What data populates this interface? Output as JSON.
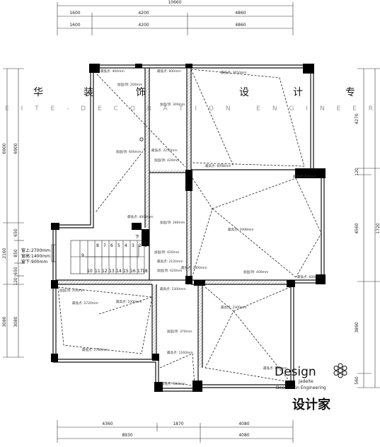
{
  "dims_top": {
    "total": "10660",
    "row1": [
      "1600",
      "4200",
      "4860"
    ],
    "row2": [
      "1600",
      "4200",
      "4860"
    ]
  },
  "dims_bottom": {
    "row1": [
      "4360",
      "1870",
      "4080"
    ],
    "row2": [
      "8930",
      "4080"
    ]
  },
  "dims_left": {
    "outer": [
      "6900",
      "2160",
      "3080"
    ],
    "inner": [
      "6900",
      "650",
      "850",
      "650",
      "120",
      "3080"
    ]
  },
  "dims_right": {
    "inner": [
      "4270",
      "120",
      "4560",
      "3890",
      "560"
    ],
    "outer": [
      "1720"
    ]
  },
  "banner": {
    "chars": [
      "华",
      "装",
      "饰",
      "设",
      "计",
      "专"
    ],
    "subtitle": "EITE-DECORATION ENGINEER"
  },
  "stair": {
    "numbers_top": [
      "8",
      "7",
      "6",
      "5",
      "4",
      "3",
      "2",
      "1"
    ],
    "numbers_bottom": [
      "10",
      "11",
      "12",
      "13",
      "14",
      "15",
      "16",
      "17",
      "18"
    ],
    "mid": "9",
    "label_down": "下"
  },
  "window_note": {
    "line1": "窗上:2700mm",
    "line2": "窗高:1400mm",
    "line3": "窗下:900mm"
  },
  "annotations": [
    "最低点: 400mm",
    "最低点: 600mm",
    "最低点: 3650mm",
    "加固/顶: 200mm",
    "加固/顶: 300mm",
    "加固/顶: 600mm",
    "最低点: 2250mm",
    "加固/顶: 420mm",
    "最高点: 6098mm",
    "最低点: 650mm",
    "最低点: 4008mm",
    "加固/顶: 280mm",
    "最高点: 2098mm",
    "加固/顶: 420mm",
    "最高点: 2120mm",
    "加固/顶: 420mm",
    "最低点: 2300mm",
    "加固/顶: 400mm",
    "最低点: 600mm",
    "最高点: 2300mm",
    "加固/顶: 200mm",
    "最低点: 2720mm",
    "最高点: 5300mm",
    "最高点: 2300mm",
    "加固/顶: 370mm",
    "最低点: 1700mm",
    "最高点: 1160mm",
    "最低点: 600mm",
    "最低点: 900mm"
  ],
  "brand": {
    "word": "Design",
    "line1": "Jadeite",
    "line2": "Decoration Engineering",
    "cn": "设计家"
  }
}
